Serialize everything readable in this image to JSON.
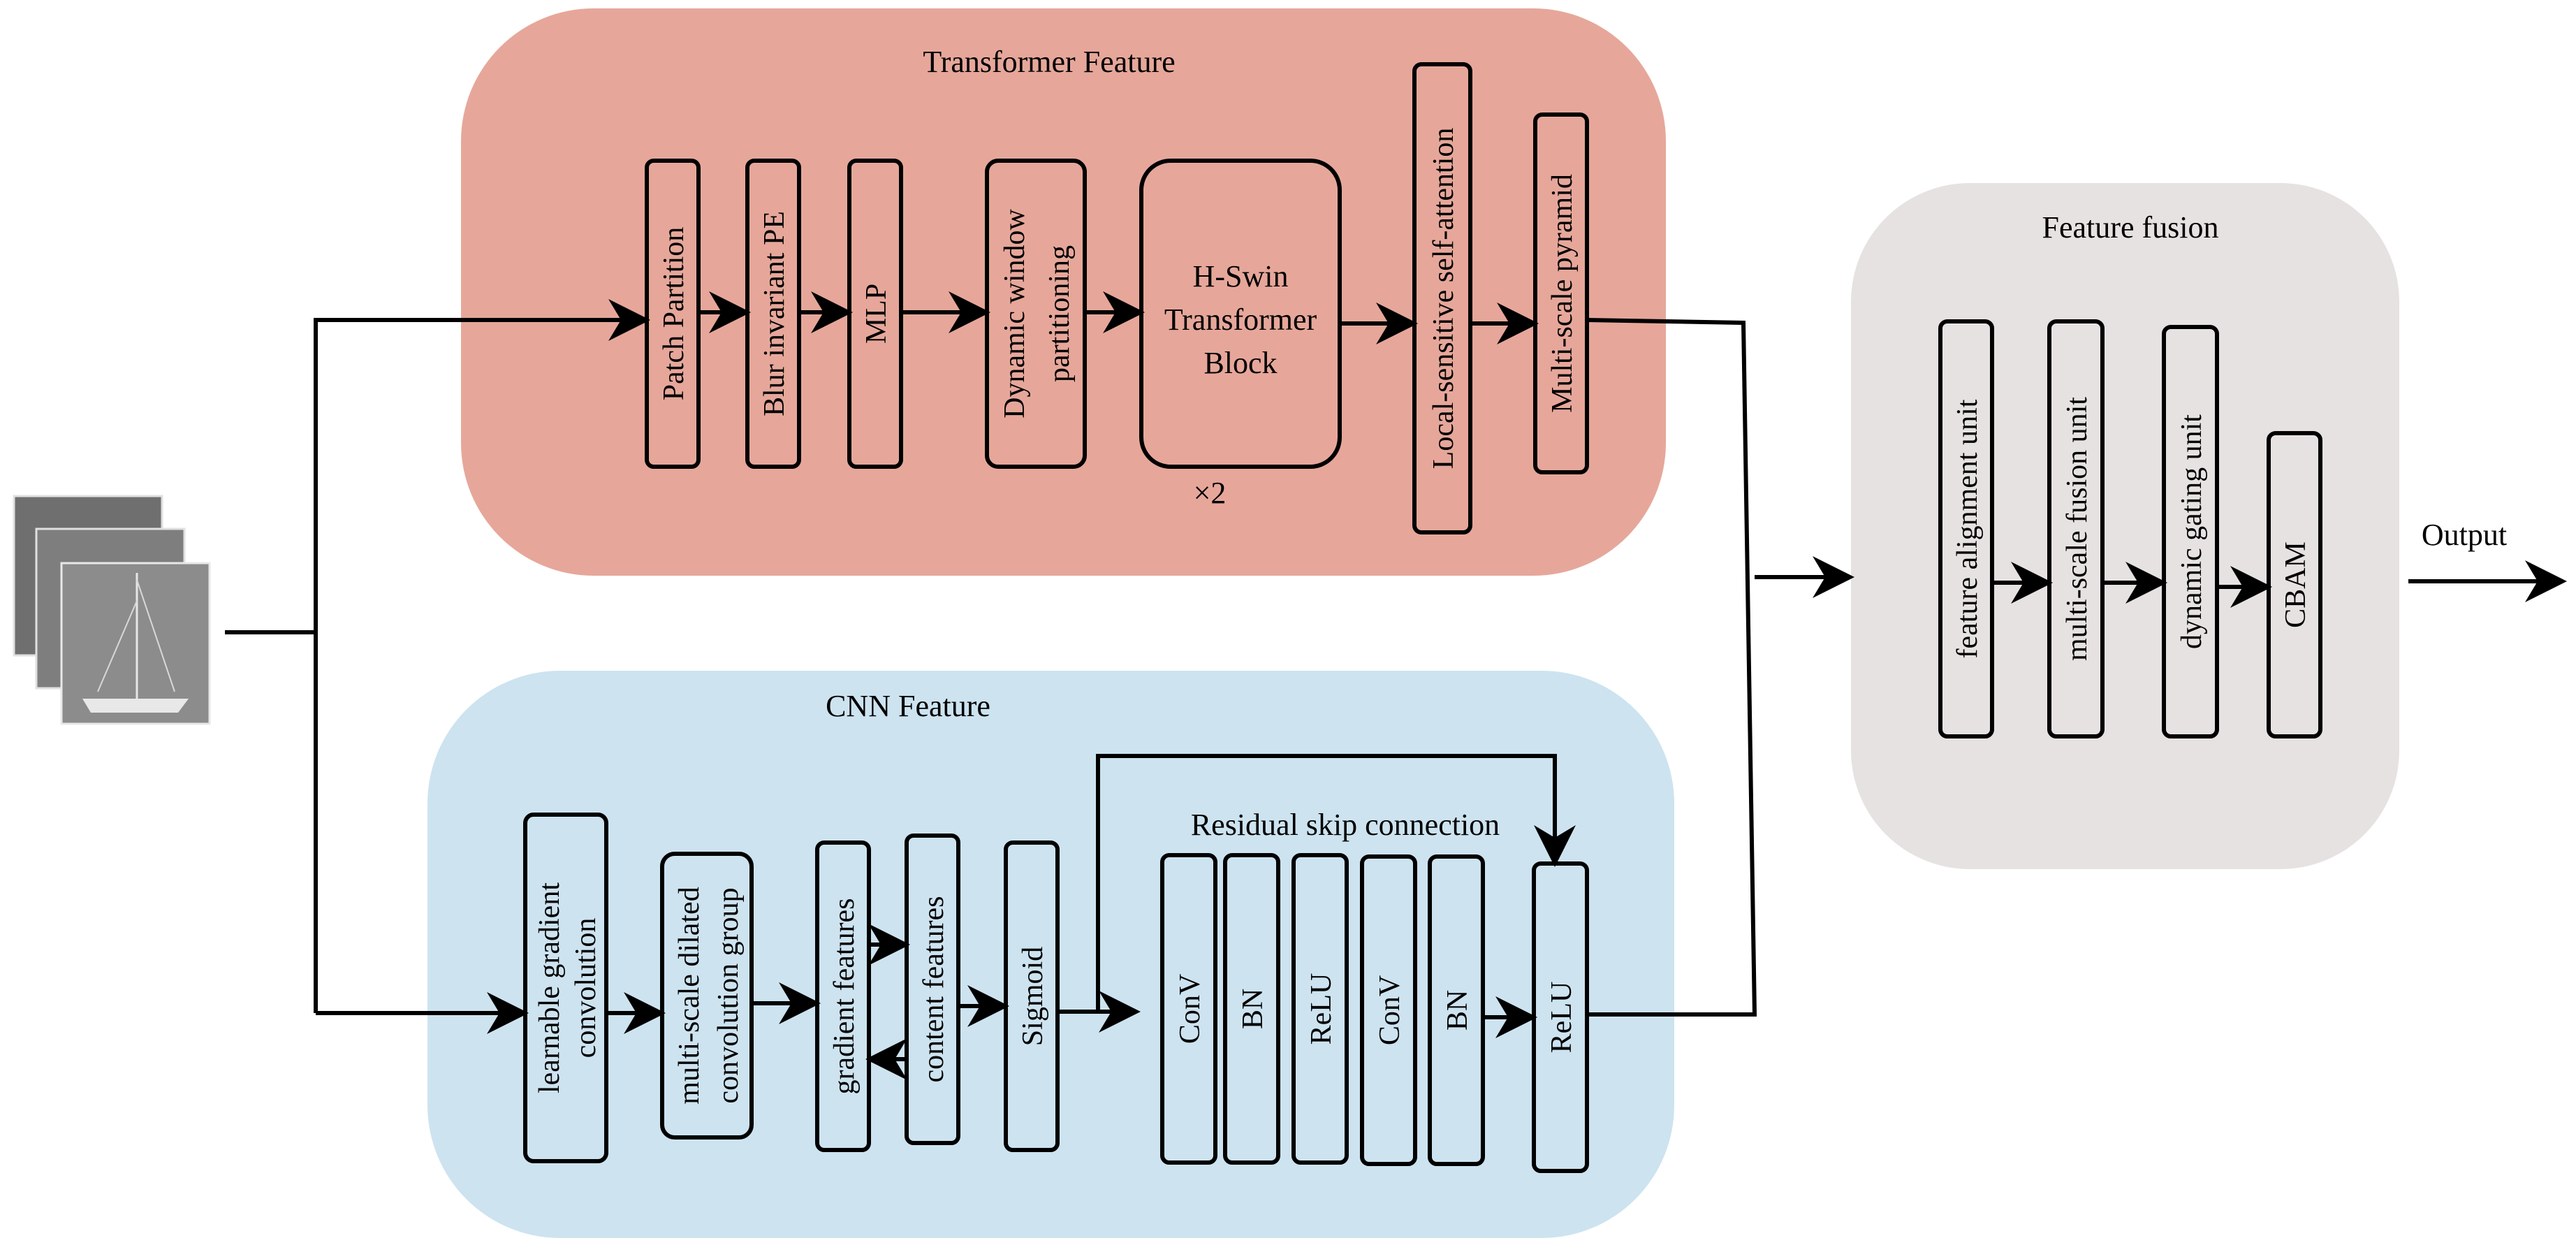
{
  "colors": {
    "transformer_panel": "#e6a79a",
    "cnn_panel": "#cde3f0",
    "fusion_panel": "#e6e2e1",
    "stroke": "#000000"
  },
  "input": {
    "icon": "stacked-grayscale-image-frames-icon"
  },
  "transformer": {
    "title": "Transformer Feature",
    "blocks": {
      "patch_partition": "Patch Partition",
      "blur_pe": "Blur invariant PE",
      "mlp": "MLP",
      "dyn_window_1": "Dynamic window",
      "dyn_window_2": "partitioning",
      "hswin_1": "H-Swin",
      "hswin_2": "Transformer",
      "hswin_3": "Block",
      "local_attention": "Local-sensitive self-attention",
      "pyramid": "Multi-scale pyramid"
    },
    "repeat": "×2"
  },
  "cnn": {
    "title": "CNN Feature",
    "blocks": {
      "lgc_1": "learnable gradient",
      "lgc_2": "convolution",
      "msd_1": "multi-scale dilated",
      "msd_2": "convolution group",
      "gradient": "gradient features",
      "content": "content features",
      "sigmoid": "Sigmoid",
      "conv1": "ConV",
      "bn1": "BN",
      "relu1": "ReLU",
      "conv2": "ConV",
      "bn2": "BN",
      "relu2": "ReLU"
    },
    "residual_label": "Residual skip connection"
  },
  "fusion": {
    "title": "Feature fusion",
    "blocks": {
      "alignment": "feature alignment unit",
      "msfusion": "multi-scale fusion unit",
      "gating": "dynamic gating unit",
      "cbam": "CBAM"
    }
  },
  "output_label": "Output"
}
